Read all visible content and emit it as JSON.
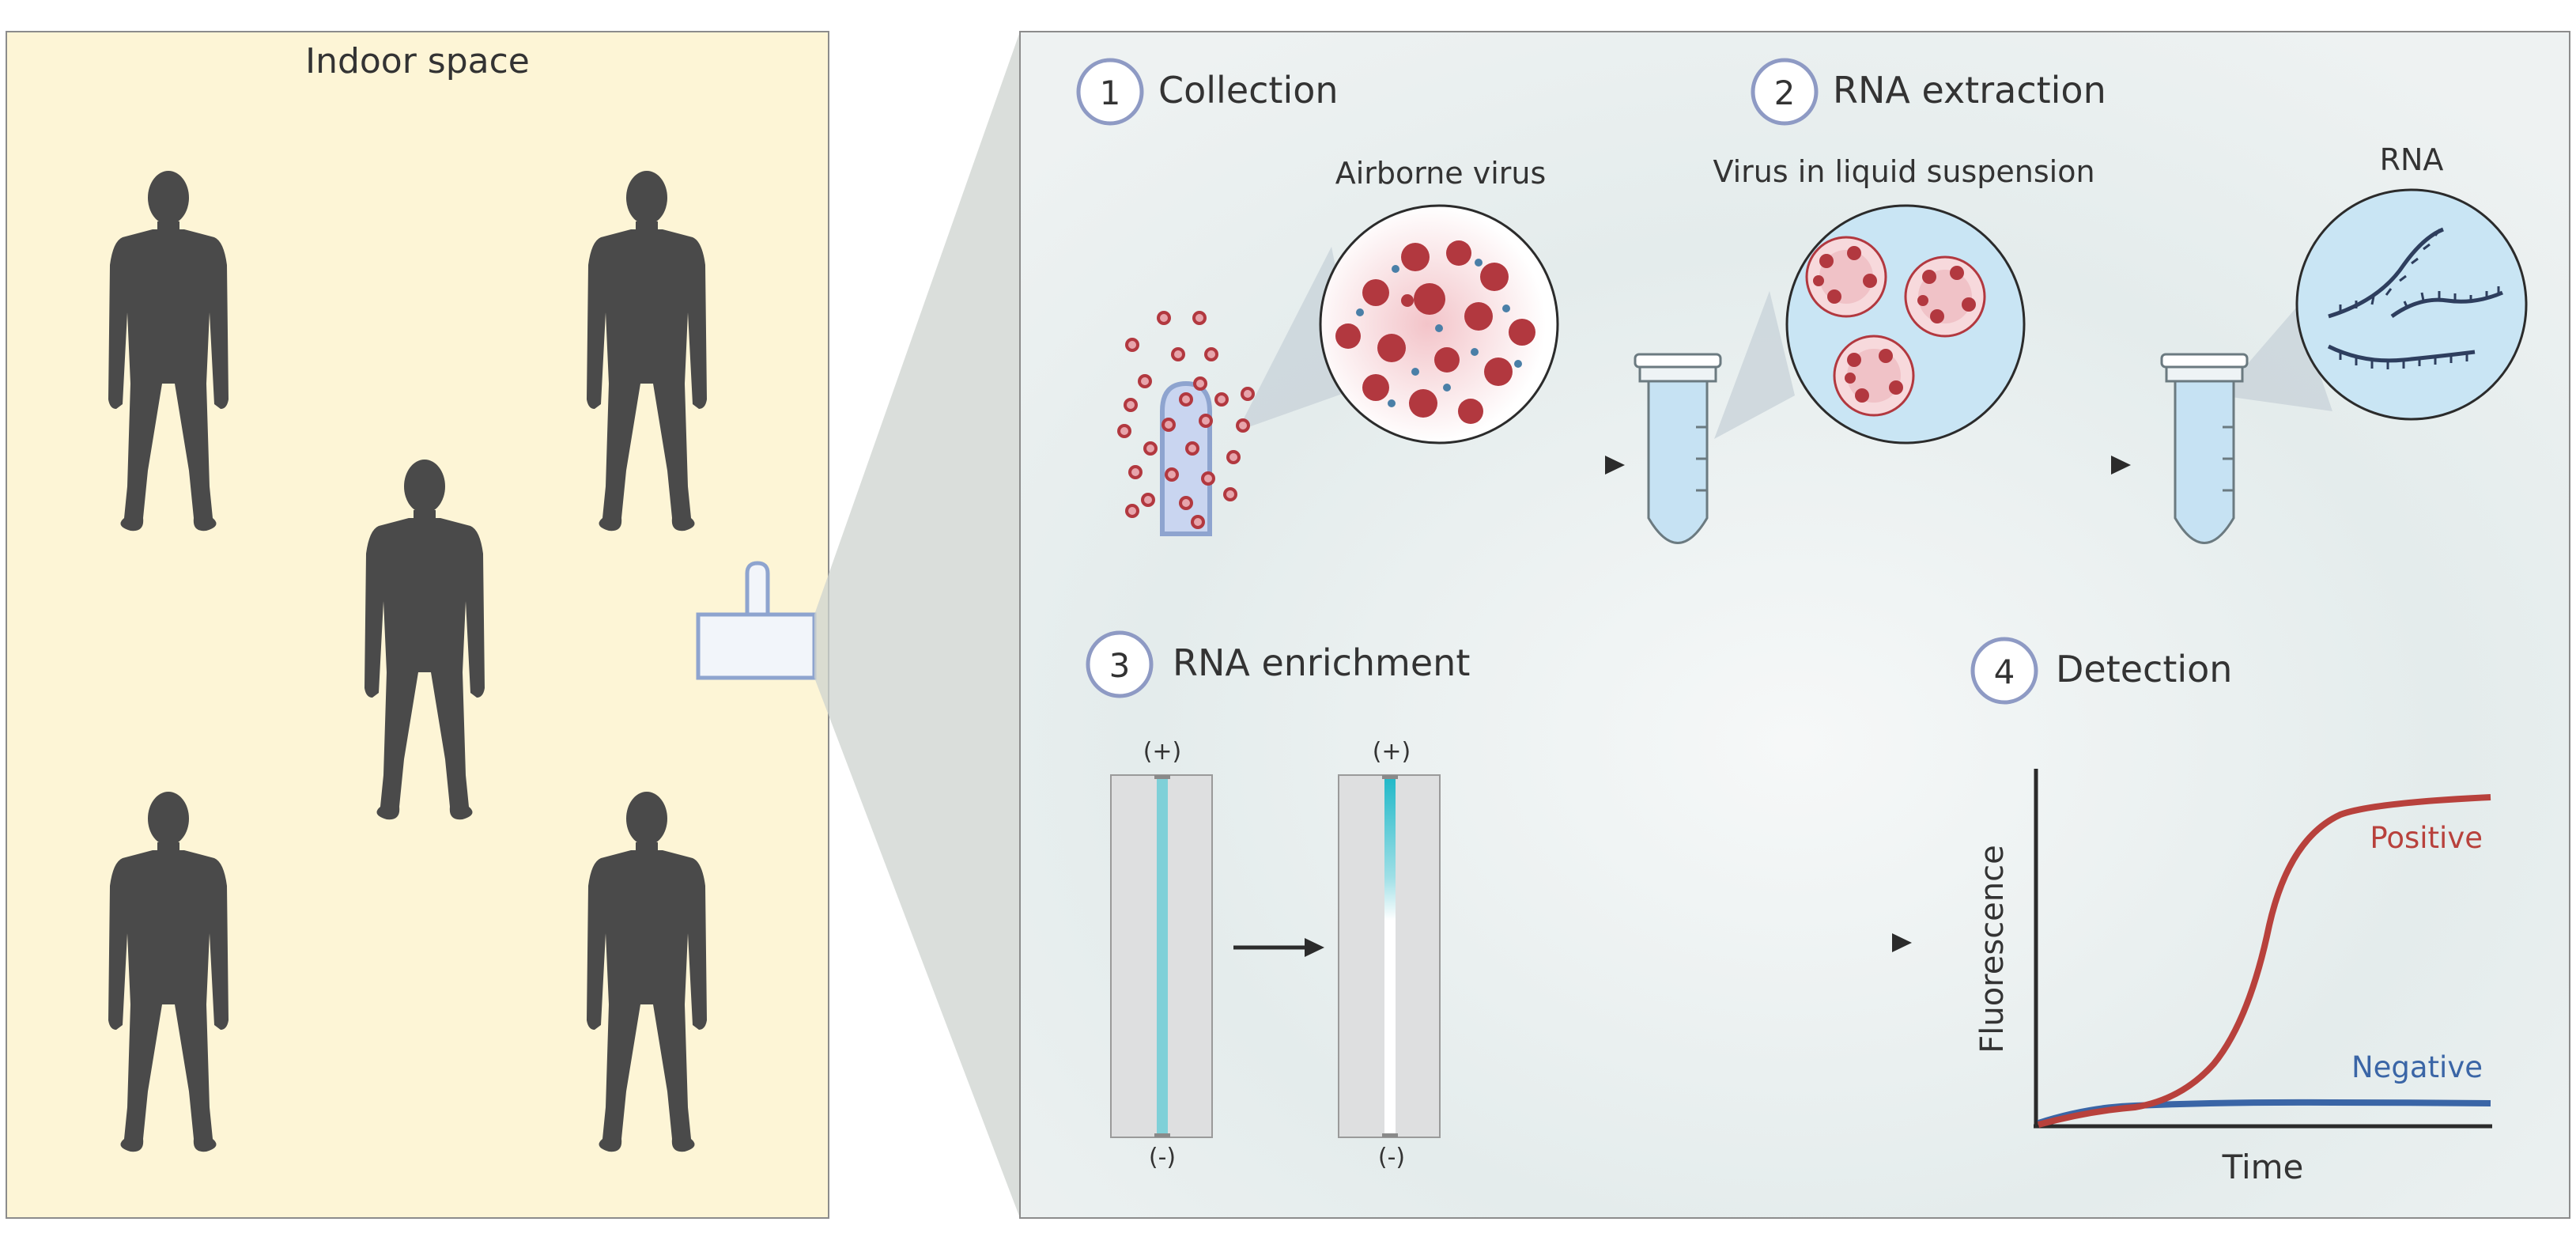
{
  "indoor": {
    "title": "Indoor space"
  },
  "steps": [
    {
      "number": "1",
      "label": "Collection"
    },
    {
      "number": "2",
      "label": "RNA extraction"
    },
    {
      "number": "3",
      "label": "RNA enrichment"
    },
    {
      "number": "4",
      "label": "Detection"
    }
  ],
  "labels": {
    "airborne_virus": "Airborne virus",
    "virus_suspension": "Virus in liquid suspension",
    "rna": "RNA"
  },
  "enrichment": {
    "plus": "(+)",
    "minus": "(-)"
  },
  "detection": {
    "ylabel": "Fluorescence",
    "xlabel": "Time",
    "positive": "Positive",
    "negative": "Negative"
  },
  "colors": {
    "indoor_bg": "#fdf5d6",
    "panel_bg": "#e9efef",
    "silhouette": "#4a4a4a",
    "positive": "#b8413c",
    "negative": "#3a65a6",
    "tube_fill": "#c6e2f3",
    "strip_line": "#7fd0d8"
  }
}
